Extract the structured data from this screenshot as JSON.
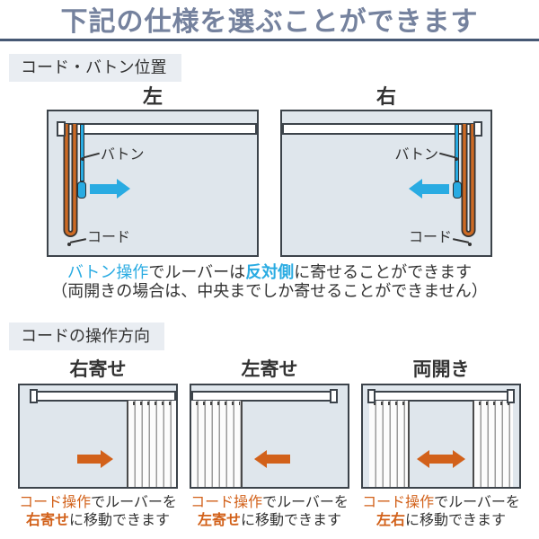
{
  "page": {
    "title": "下記の仕様を選ぶことができます"
  },
  "colors": {
    "title_color": "#75829e",
    "rule_color": "#465874",
    "heading_bg": "#e9edf2",
    "text_color": "#333333",
    "cyan": "#29abe2",
    "orange": "#d2611a",
    "cord_orange": "#cd6a24",
    "diagram_bg": "#dfe6ec",
    "diagram_border": "#3c434a",
    "louver_line": "#9a9a9a",
    "louver_edge": "#4a4a4a",
    "rail_fill": "#ffffff"
  },
  "section1": {
    "heading": "コード・バトン位置",
    "diagrams": [
      {
        "title": "左",
        "baton_label": "バトン",
        "cord_label": "コード",
        "arrow_direction": "right"
      },
      {
        "title": "右",
        "baton_label": "バトン",
        "cord_label": "コード",
        "arrow_direction": "left"
      }
    ],
    "caption": {
      "line1": [
        "バトン操作",
        "でルーバーは",
        "反対側",
        "に寄せることができます"
      ],
      "line2": "（両開きの場合は、中央までしか寄せることができません）"
    }
  },
  "section2": {
    "heading": "コードの操作方向",
    "diagrams": [
      {
        "title": "右寄せ",
        "louvers": "right",
        "arrow_direction": "right",
        "c1_hl": "コード操作",
        "c1_rest": "でルーバーを",
        "c2_hl": "右寄せ",
        "c2_rest": "に移動できます"
      },
      {
        "title": "左寄せ",
        "louvers": "left",
        "arrow_direction": "left",
        "c1_hl": "コード操作",
        "c1_rest": "でルーバーを",
        "c2_hl": "左寄せ",
        "c2_rest": "に移動できます"
      },
      {
        "title": "両開き",
        "louvers": "both",
        "arrow_direction": "both",
        "c1_hl": "コード操作",
        "c1_rest": "でルーバーを",
        "c2_hl": "左右",
        "c2_rest": "に移動できます"
      }
    ]
  }
}
